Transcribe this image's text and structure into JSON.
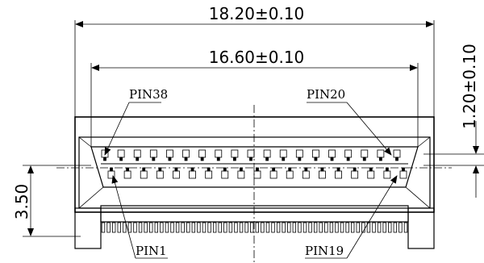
{
  "dimensions": {
    "overall_width": "18.20±0.10",
    "pin_span": "16.60±0.10",
    "height": "1.20±0.10",
    "side": "3.50"
  },
  "pins": {
    "top_left": "PIN38",
    "top_right": "PIN20",
    "bottom_left": "PIN1",
    "bottom_right": "PIN19"
  }
}
